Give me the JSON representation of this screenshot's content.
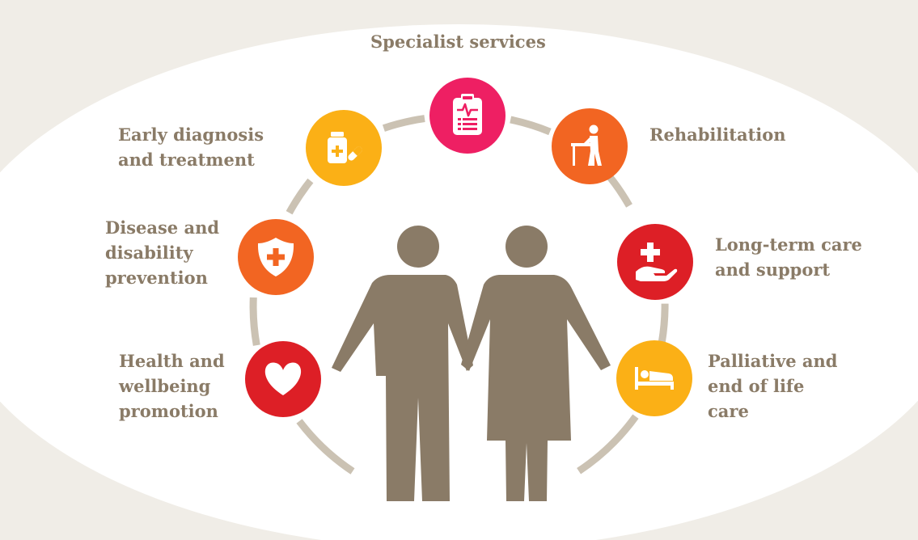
{
  "colors": {
    "background": "#f0ede7",
    "ellipse": "#ffffff",
    "ring": "#cbc2b3",
    "figures": "#8a7b67",
    "label_text": "#8a7b67",
    "pink": "#ee1f63",
    "orange": "#f26522",
    "amber": "#fbb016",
    "red": "#dd1f26",
    "icon_glyph": "#ffffff"
  },
  "services": [
    {
      "id": "specialist",
      "label": "Specialist services",
      "icon": "clipboard-heartbeat-icon",
      "color": "#ee1f63"
    },
    {
      "id": "rehabilitation",
      "label": "Rehabilitation",
      "icon": "walking-rehab-icon",
      "color": "#f26522"
    },
    {
      "id": "long-term",
      "label": "Long-term care\nand support",
      "icon": "hand-cross-icon",
      "color": "#dd1f26"
    },
    {
      "id": "palliative",
      "label": "Palliative and\nend of life\ncare",
      "icon": "bed-icon",
      "color": "#fbb016"
    },
    {
      "id": "health",
      "label": "Health and\nwellbeing\npromotion",
      "icon": "heart-icon",
      "color": "#dd1f26"
    },
    {
      "id": "prevention",
      "label": "Disease and\ndisability\nprevention",
      "icon": "shield-cross-icon",
      "color": "#f26522"
    },
    {
      "id": "early",
      "label": "Early diagnosis\nand treatment",
      "icon": "medicine-pills-icon",
      "color": "#fbb016"
    }
  ],
  "figures": [
    {
      "name": "man-figure-icon"
    },
    {
      "name": "woman-figure-icon"
    }
  ]
}
